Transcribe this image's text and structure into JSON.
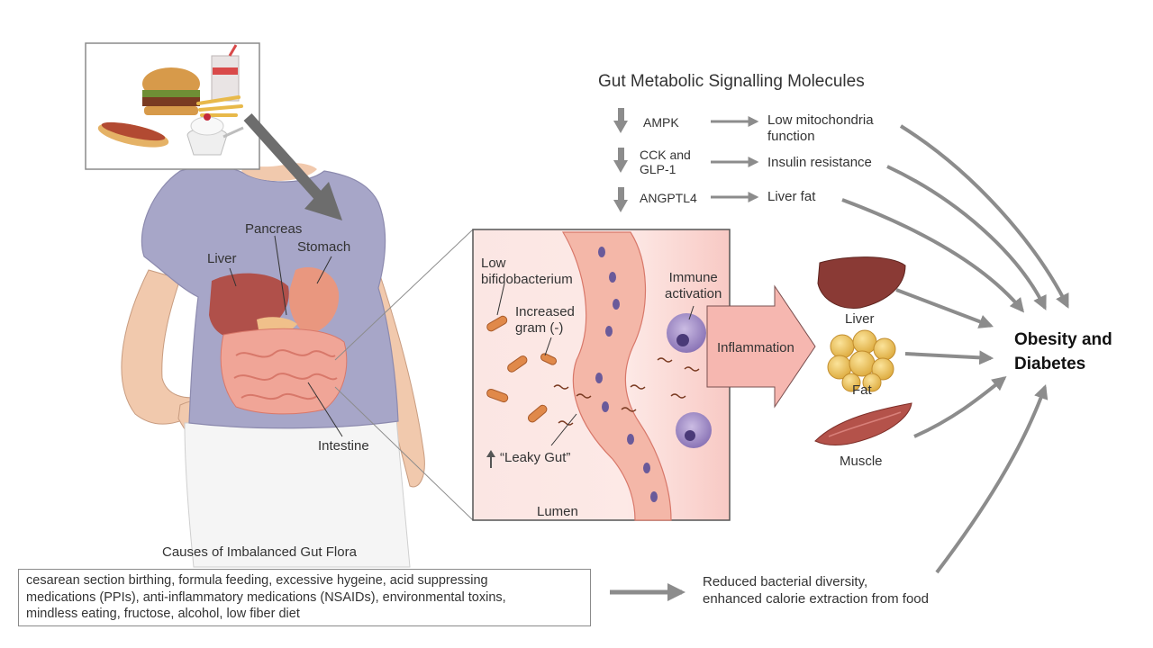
{
  "signalling": {
    "title": "Gut Metabolic Signalling Molecules",
    "molecules": [
      {
        "name": "AMPK",
        "effect": "Low mitochondria\nfunction"
      },
      {
        "name": "CCK and\nGLP-1",
        "effect": "Insulin resistance"
      },
      {
        "name": "ANGPTL4",
        "effect": "Liver fat"
      }
    ]
  },
  "body_labels": {
    "pancreas": "Pancreas",
    "liver": "Liver",
    "stomach": "Stomach",
    "intestine": "Intestine"
  },
  "inset_labels": {
    "low_bifido": "Low\nbifidobacterium",
    "gram": "Increased\ngram (-)",
    "leaky_gut": "“Leaky Gut”",
    "lumen": "Lumen",
    "immune": "Immune\nactivation",
    "inflammation": "Inflammation"
  },
  "organs": {
    "liver": "Liver",
    "fat": "Fat",
    "muscle": "Muscle"
  },
  "outcome": "Obesity and\nDiabetes",
  "causes": {
    "title": "Causes of Imbalanced Gut Flora",
    "text": "cesarean section birthing, formula feeding, excessive hygeine, acid suppressing\nmedications (PPIs), anti-inflammatory medications (NSAIDs), environmental toxins,\nmindless eating, fructose, alcohol, low fiber diet"
  },
  "bacterial_effect": "Reduced bacterial diversity,\nenhanced calorie extraction from food",
  "colors": {
    "arrow": "#8c8c8c",
    "shirt": "#a7a6c8",
    "skin": "#f1c9ad",
    "inset_bg": "#fbe3e0",
    "tissue": "#f4b7a8",
    "inflammation_arrow": "#f6b7b0",
    "liver": "#8a3a35",
    "fat": "#efc25a",
    "muscle": "#b4524a",
    "immune_cell": "#a58fc8"
  }
}
